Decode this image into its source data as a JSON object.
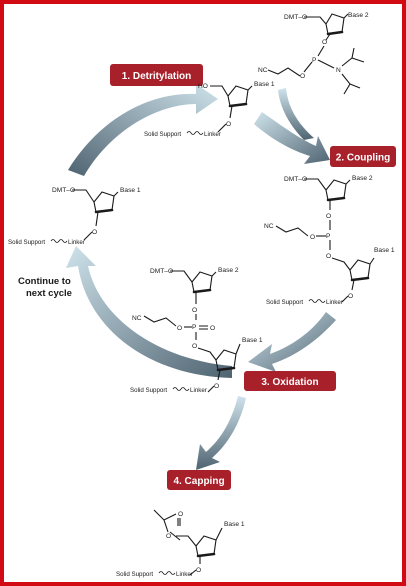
{
  "colors": {
    "border": "#d10a14",
    "step_badge": "#a8202a",
    "arrow_dark": "#4f6471",
    "arrow_light": "#cfe3ec"
  },
  "steps": {
    "detritylation": "1. Detritylation",
    "coupling": "2. Coupling",
    "oxidation": "3. Oxidation",
    "capping": "4. Capping"
  },
  "continue": {
    "line1": "Continue to",
    "line2": "next cycle"
  },
  "labels": {
    "dmt": "DMT–O",
    "ho": "HO",
    "base1": "Base 1",
    "base2": "Base 2",
    "nc": "NC",
    "o": "O",
    "p": "P",
    "n": "N",
    "solid_support": "Solid Support",
    "linker": "Linker"
  }
}
